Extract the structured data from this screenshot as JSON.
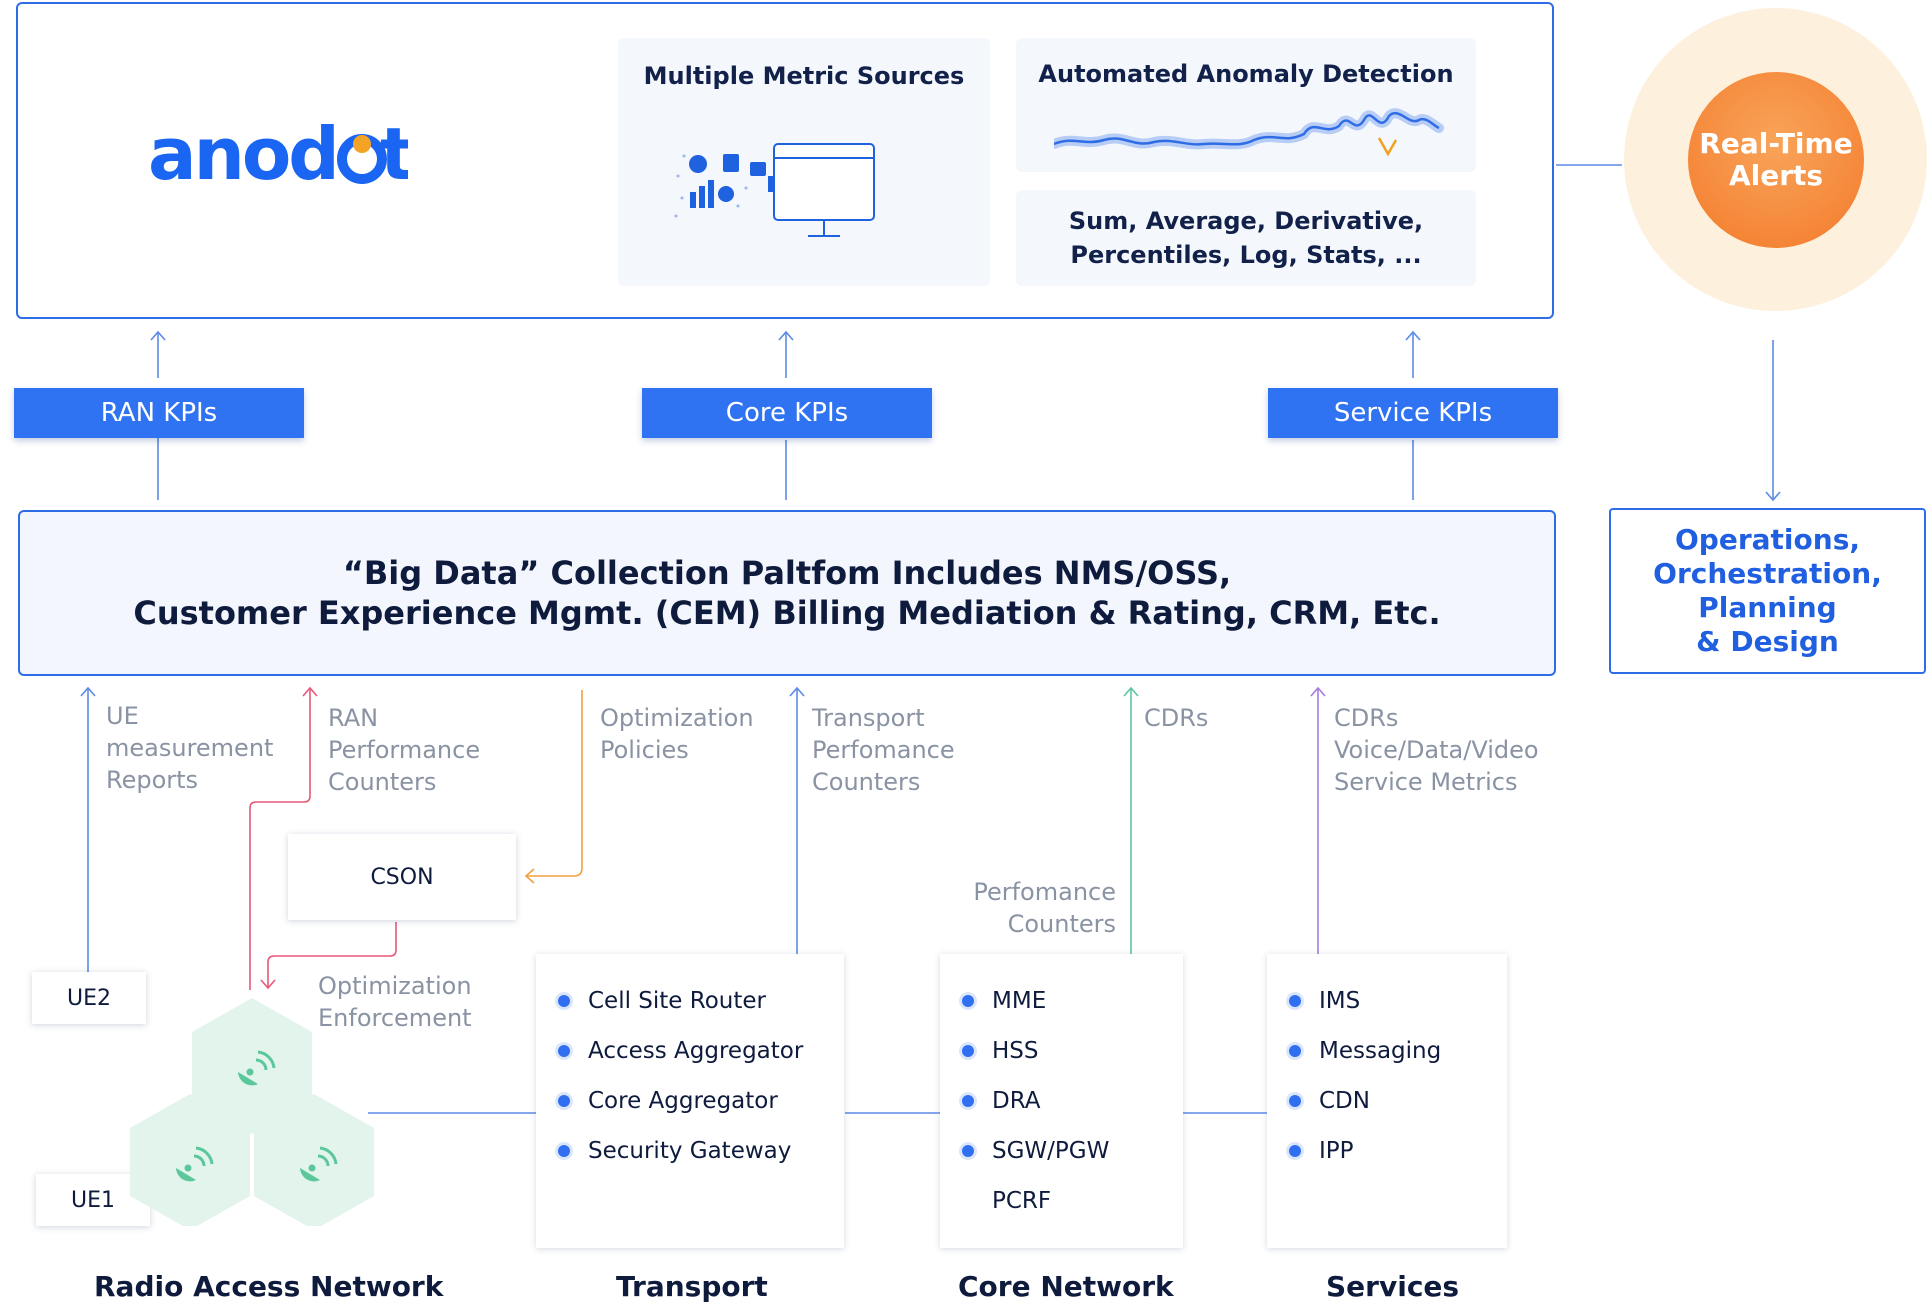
{
  "brand": {
    "logo_text": "anodot"
  },
  "metrics_card": {
    "title": "Multiple Metric Sources"
  },
  "anomaly_card": {
    "title": "Automated Anomaly Detection"
  },
  "stats_card": {
    "line1": "Sum, Average, Derivative,",
    "line2": "Percentiles, Log, Stats, ..."
  },
  "alerts": {
    "line1": "Real-Time",
    "line2": "Alerts"
  },
  "kpis": {
    "ran": "RAN KPIs",
    "core": "Core KPIs",
    "service": "Service KPIs"
  },
  "big_data": {
    "line1": "“Big Data” Collection Paltfom Includes NMS/OSS,",
    "line2": "Customer Experience Mgmt. (CEM) Billing Mediation & Rating, CRM, Etc."
  },
  "operations": {
    "line1": "Operations,",
    "line2": "Orchestration,",
    "line3": "Planning",
    "line4": "& Design"
  },
  "flow_labels": {
    "ue_reports": [
      "UE",
      "measurement",
      "Reports"
    ],
    "ran_counters": [
      "RAN",
      "Performance",
      "Counters"
    ],
    "opt_policies": [
      "Optimization",
      "Policies"
    ],
    "transport_counters": [
      "Transport",
      "Perfomance",
      "Counters"
    ],
    "cdrs": [
      "CDRs"
    ],
    "cdrs_services": [
      "CDRs",
      "Voice/Data/Video",
      "Service Metrics"
    ],
    "core_counters": [
      "Perfomance",
      "Counters"
    ],
    "opt_enforcement": [
      "Optimization",
      "Enforcement"
    ]
  },
  "nodes": {
    "cson": "CSON",
    "ue2": "UE2",
    "ue1": "UE1"
  },
  "transport_items": [
    "Cell Site Router",
    "Access Aggregator",
    "Core Aggregator",
    "Security Gateway"
  ],
  "core_items": [
    "MME",
    "HSS",
    "DRA",
    "SGW/PGW",
    "PCRF"
  ],
  "service_items": [
    "IMS",
    "Messaging",
    "CDN",
    "IPP"
  ],
  "sections": {
    "ran": "Radio Access Network",
    "transport": "Transport",
    "core": "Core Network",
    "services": "Services"
  },
  "colors": {
    "primary": "#2f6de6",
    "kpi": "#2f73f2",
    "alert": "#f47a2a",
    "pink": "#e8587a",
    "orange": "#f0a040",
    "green": "#5cc6a0",
    "purple": "#a57be0",
    "cell": "#e2f4ec",
    "cell_icon": "#5bc79a"
  }
}
